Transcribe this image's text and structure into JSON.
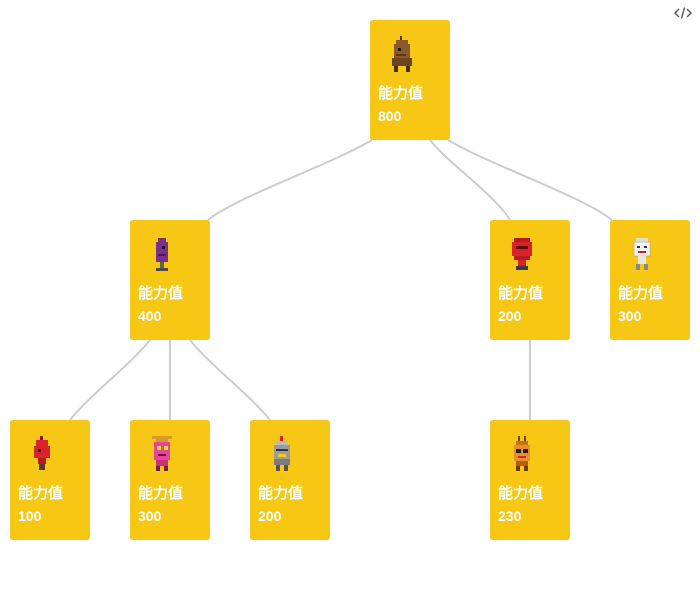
{
  "nodes": [
    {
      "label": "能力值",
      "value": "800",
      "icon": "brown-creature-avatar-icon",
      "color": "#8a5a2b"
    },
    {
      "label": "能力值",
      "value": "400",
      "icon": "purple-creature-avatar-icon",
      "color": "#7a2f8f"
    },
    {
      "label": "能力值",
      "value": "200",
      "icon": "red-creature-avatar-icon",
      "color": "#d8232a"
    },
    {
      "label": "能力值",
      "value": "300",
      "icon": "white-creature-avatar-icon",
      "color": "#eeeeee"
    },
    {
      "label": "能力值",
      "value": "100",
      "icon": "red-small-creature-avatar-icon",
      "color": "#d8232a"
    },
    {
      "label": "能力值",
      "value": "300",
      "icon": "pink-creature-avatar-icon",
      "color": "#e8459a"
    },
    {
      "label": "能力值",
      "value": "200",
      "icon": "gray-knight-avatar-icon",
      "color": "#9c9c9c"
    },
    {
      "label": "能力值",
      "value": "230",
      "icon": "orange-creature-avatar-icon",
      "color": "#e8902a"
    }
  ],
  "toolbar": {
    "code_icon": "code-view-icon"
  }
}
